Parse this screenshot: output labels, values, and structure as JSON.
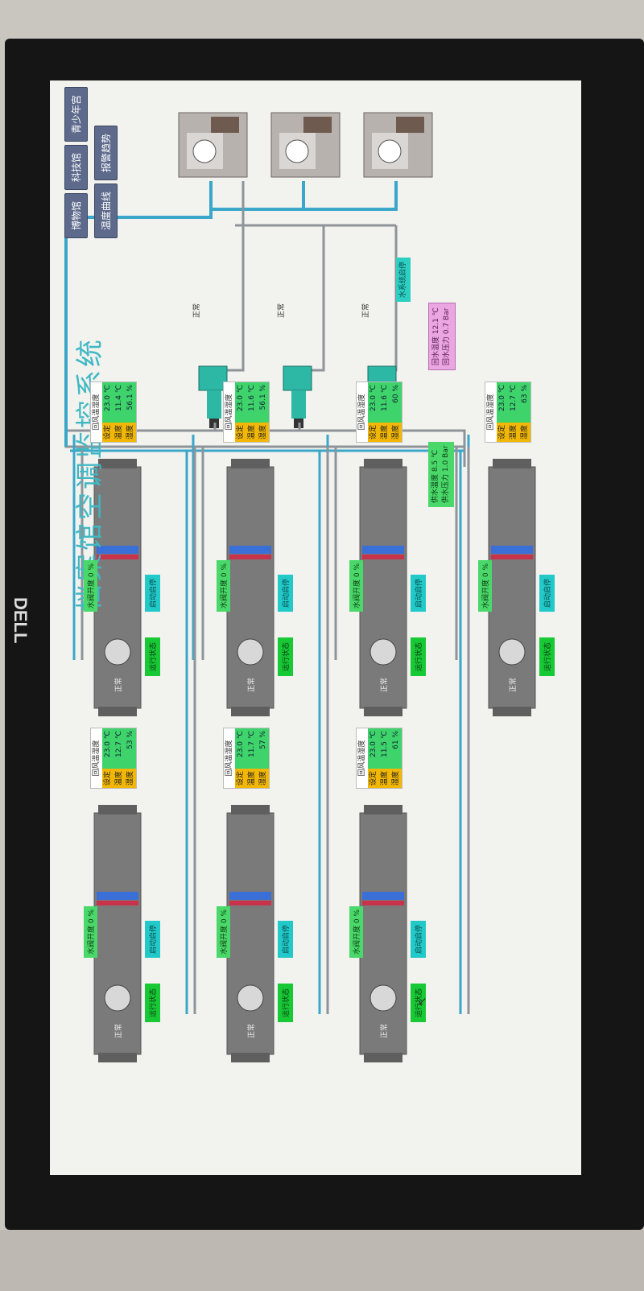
{
  "title": "档案馆空调监控系统",
  "nav": {
    "row1": [
      "博物馆",
      "科技馆",
      "青少年宫"
    ],
    "row2": [
      "温度曲线",
      "报警趋势"
    ]
  },
  "chiller_status": "水系统启停",
  "return_water": {
    "line1": "回水温度 12.1 ℃",
    "line2": "回水压力 0.7 Bar"
  },
  "supply_water": {
    "line1": "供水温度 8.5 ℃",
    "line2": "供水压力 1.0 Bar"
  },
  "pump_label": "正常",
  "unit_labels": {
    "header": "回风温湿度",
    "set_key": "设定",
    "temp_key": "温度",
    "hum_key": "湿度",
    "temp_unit": "℃",
    "hum_unit": "%",
    "valve_prefix": "水阀开度",
    "start_stop": "启动启停",
    "status": "运行状态",
    "fan": "正常"
  },
  "units": [
    {
      "id": "u1",
      "set": "23.0",
      "temp": "11.4",
      "hum": "56.1",
      "valve": "0"
    },
    {
      "id": "u2",
      "set": "23.0",
      "temp": "11.6",
      "hum": "56.1",
      "valve": "0"
    },
    {
      "id": "u3",
      "set": "23.0",
      "temp": "11.6",
      "hum": "60",
      "valve": "0"
    },
    {
      "id": "u4",
      "set": "23.0",
      "temp": "12.7",
      "hum": "63",
      "valve": "0"
    },
    {
      "id": "u5",
      "set": "23.0",
      "temp": "12.7",
      "hum": "53",
      "valve": "0"
    },
    {
      "id": "u6",
      "set": "23.0",
      "temp": "11.7",
      "hum": "57",
      "valve": "0"
    },
    {
      "id": "u7",
      "set": "23.0",
      "temp": "11.5",
      "hum": "61",
      "valve": "0"
    }
  ],
  "colors": {
    "accent": "#3fb8c4",
    "pipe_blue": "#3aa6c9",
    "pipe_grey": "#8e9499",
    "ahu_body": "#7a7a7a"
  }
}
